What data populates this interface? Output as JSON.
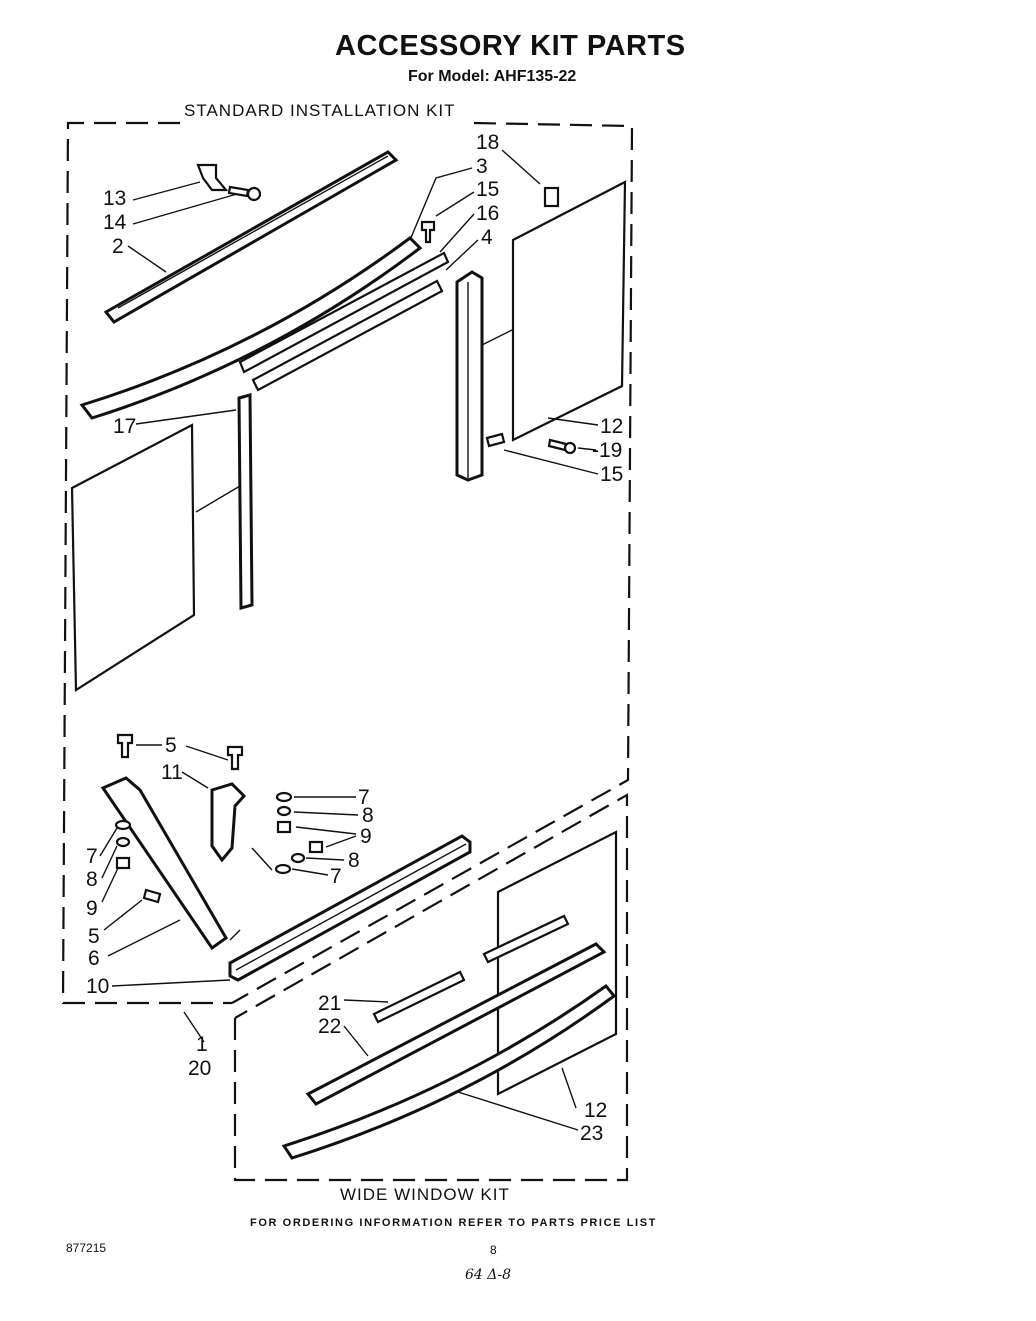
{
  "title": "ACCESSORY KIT PARTS",
  "subtitle": "For Model: AHF135-22",
  "sections": {
    "standard_kit": "STANDARD INSTALLATION KIT",
    "wide_window_kit": "WIDE WINDOW KIT"
  },
  "footer": {
    "ordering_info": "FOR ORDERING INFORMATION REFER TO PARTS PRICE LIST",
    "doc_number": "877215",
    "page_number": "8",
    "handwritten_note": "64 Δ-8"
  },
  "callouts": {
    "c18": "18",
    "c3": "3",
    "c15a": "15",
    "c16": "16",
    "c4": "4",
    "c13": "13",
    "c14": "14",
    "c2": "2",
    "c17": "17",
    "c12a": "12",
    "c19": "-19",
    "c15b": "15",
    "c5a": "5",
    "c11": "11",
    "c7a": "7",
    "c8a": "8",
    "c9a": "9",
    "c8b": "8",
    "c7b": "7",
    "c7c": "7",
    "c8c": "8",
    "c9b": "9",
    "c5b": "5",
    "c6": "6",
    "c10": "10",
    "c1": "1",
    "c20": "20",
    "c21": "21",
    "c22": "22",
    "c12b": "12",
    "c23": "23"
  }
}
